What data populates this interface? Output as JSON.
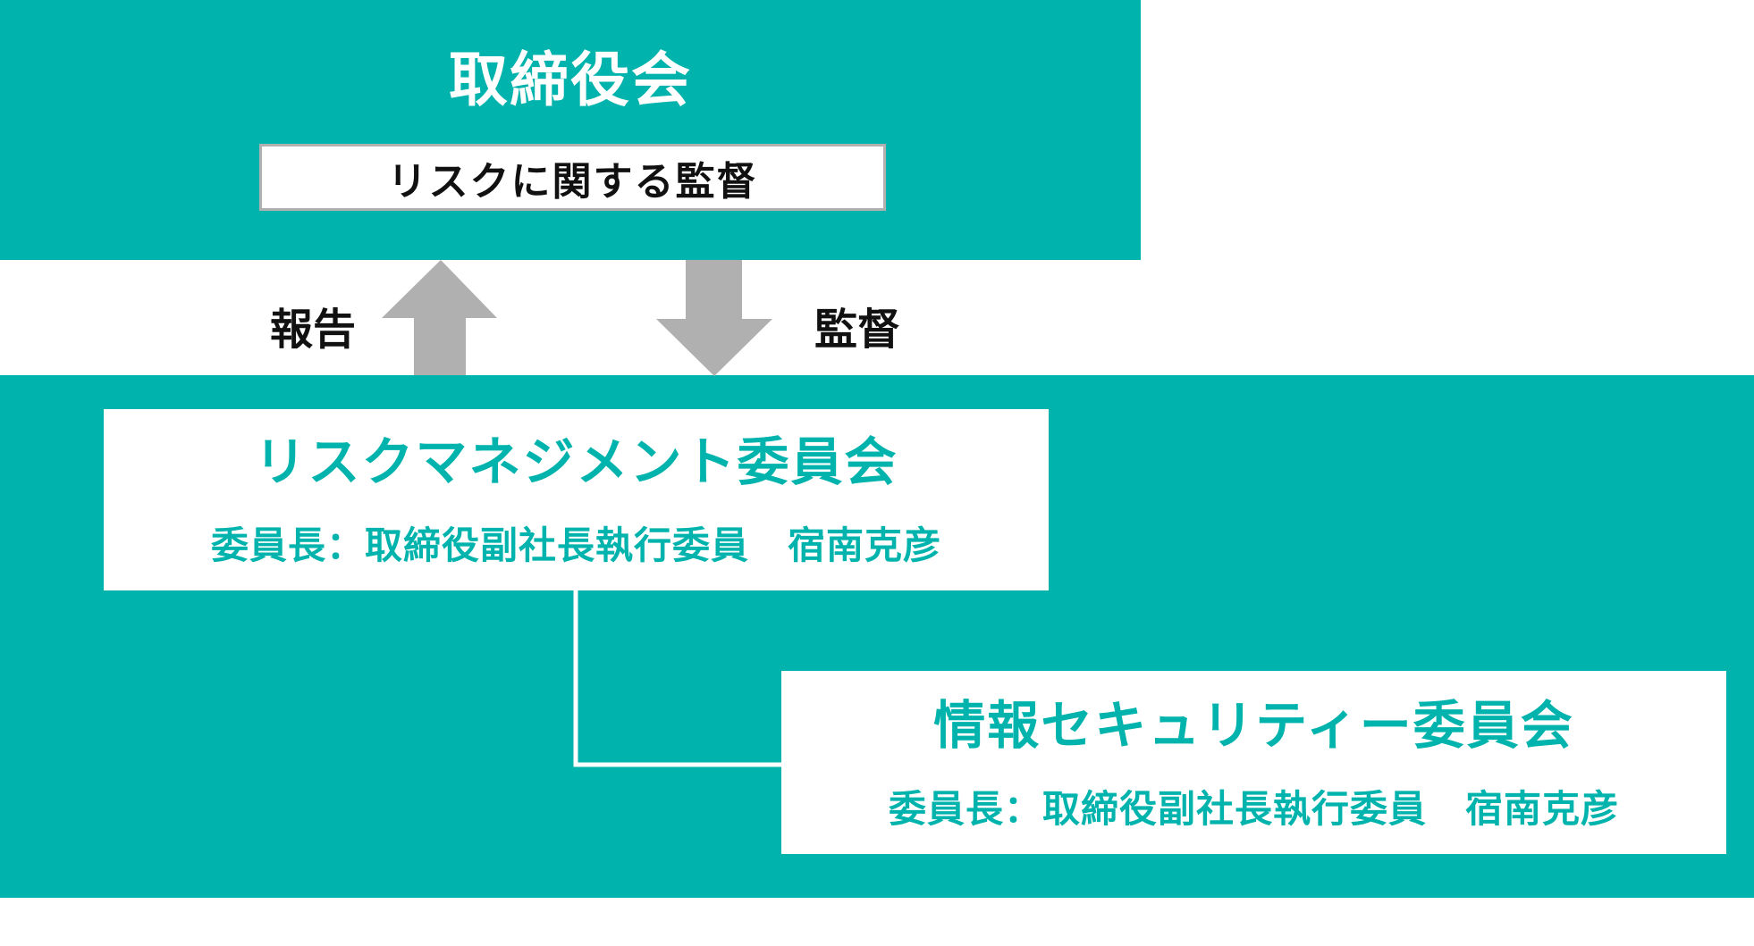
{
  "board": {
    "title": "取締役会",
    "role": "リスクに関する監督"
  },
  "arrows": {
    "report_label": "報告",
    "oversee_label": "監督"
  },
  "risk_committee": {
    "title": "リスクマネジメント委員会",
    "chair": "委員長：取締役副社長執行委員　宿南克彦"
  },
  "infosec_committee": {
    "title": "情報セキュリティー委員会",
    "chair": "委員長：取締役副社長執行委員　宿南克彦"
  },
  "colors": {
    "teal": "#00b3ac",
    "arrow_gray": "#b0b0b0",
    "text_dark": "#111111",
    "white": "#ffffff"
  }
}
